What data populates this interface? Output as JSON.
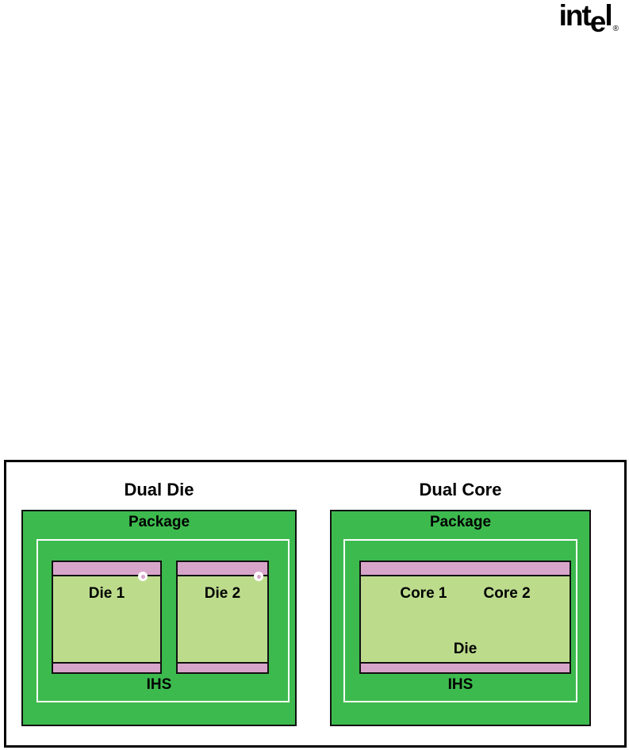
{
  "logo": {
    "part_int": "int",
    "part_e": "e",
    "part_l": "l",
    "registered": "®"
  },
  "figure": {
    "left": {
      "title": "Dual Die",
      "package_label": "Package",
      "ihs_label": "IHS",
      "dies": [
        {
          "label": "Die 1"
        },
        {
          "label": "Die 2"
        }
      ]
    },
    "right": {
      "title": "Dual Core",
      "package_label": "Package",
      "ihs_label": "IHS",
      "core_labels": [
        "Core 1",
        "Core 2"
      ],
      "die_label": "Die"
    },
    "colors": {
      "package_green": "#3dba4e",
      "die_green": "#bcdc8c",
      "strip_pink": "#d8a5ca",
      "border_black": "#111111",
      "ihs_outline_white": "#ffffff"
    }
  }
}
